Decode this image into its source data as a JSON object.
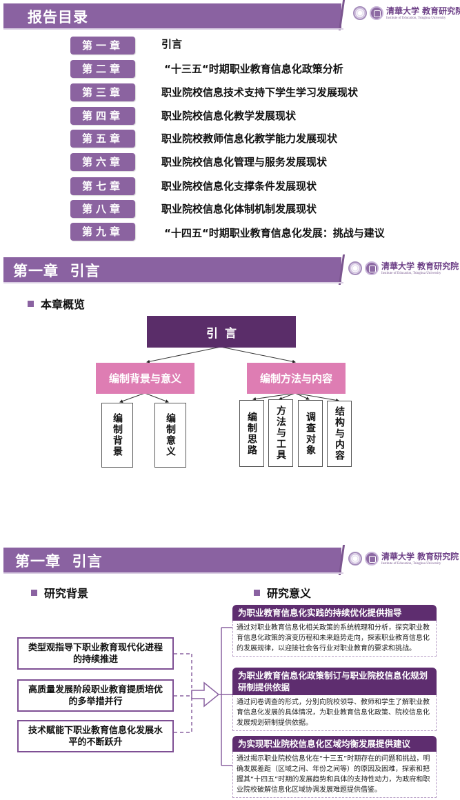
{
  "logo": {
    "cn": "清華大学 教育研究院",
    "en": "Institute of Education, Tsinghua University"
  },
  "slide1": {
    "title": "报告目录",
    "toc": [
      {
        "chapter": "第一章",
        "title": "引言"
      },
      {
        "chapter": "第二章",
        "title": "“十三五“时期职业教育信息化政策分析"
      },
      {
        "chapter": "第三章",
        "title": "职业院校信息技术支持下学生学习发展现状"
      },
      {
        "chapter": "第四章",
        "title": "职业院校信息化教学发展现状"
      },
      {
        "chapter": "第五章",
        "title": "职业院校教师信息化教学能力发展现状"
      },
      {
        "chapter": "第六章",
        "title": "职业院校信息化管理与服务发展现状"
      },
      {
        "chapter": "第七章",
        "title": "职业院校信息化支撑条件发展现状"
      },
      {
        "chapter": "第八章",
        "title": "职业院校信息化体制机制发展现状"
      },
      {
        "chapter": "第九章",
        "title": "“十四五“时期职业教育信息化发展：挑战与建议"
      }
    ]
  },
  "slide2": {
    "title": "第一章  引言",
    "section": "本章概览",
    "tree": {
      "root": "引言",
      "left": {
        "label": "编制背景与意义",
        "children": [
          "编制背景",
          "编制意义"
        ]
      },
      "right": {
        "label": "编制方法与内容",
        "children": [
          "编制思路",
          "方法与工具",
          "调查对象",
          "结构与内容"
        ]
      }
    }
  },
  "slide3": {
    "title": "第一章  引言",
    "left_section": "研究背景",
    "right_section": "研究意义",
    "background": [
      "类型观指导下职业教育现代化进程的持续推进",
      "高质量发展阶段职业教育提质培优的多举措并行",
      "技术赋能下职业教育信息化发展水平的不断跃升"
    ],
    "significance": [
      {
        "title": "为职业教育信息化实践的持续优化提供指导",
        "body": "通过对职业教育信息化相关政策的系统梳理和分析，探究职业教育信息化政策的演变历程和未来趋势走向，探索职业教育信息化的发展规律，以迎接社会各行业对职业教育的要求和挑战。"
      },
      {
        "title": "为职业教育信息化政策制订与职业院校信息化规划研制提供依据",
        "body": "通过问卷调查的形式，分别向院校领导、教师和学生了解职业教育信息化发展的具体情况，为职业教育信息化政策、院校信息化发展规划研制提供依据。"
      },
      {
        "title": "为实现职业院校信息化区域均衡发展提供建议",
        "body": "通过揭示职业院校信息化在“十三五”时期存在的问题和挑战，明确发展差距（区域之间、年份之间等）的原因及困难，探索和把握其“十四五”时期的发展趋势和具体的支持性动力，为政府和职业院校破解信息化区域协调发展难题提供借鉴。"
      }
    ]
  },
  "colors": {
    "header": "#8a62a1",
    "badge": "#8b63a0",
    "root_node": "#5a2d69",
    "mid_node": "#de7db3",
    "card_title": "#5e2d6f"
  }
}
